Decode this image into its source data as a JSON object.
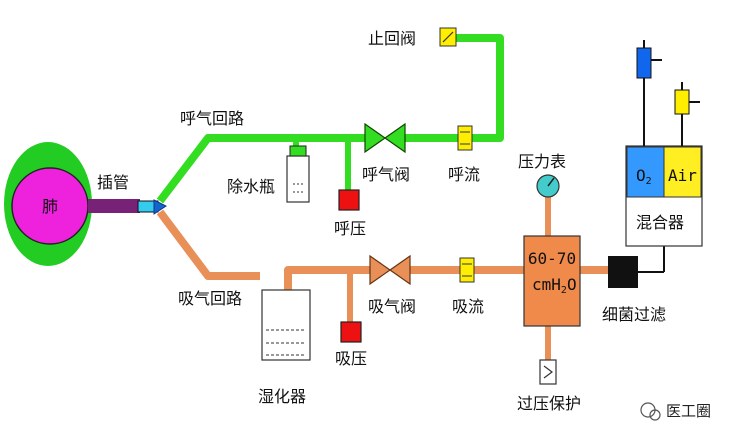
{
  "labels": {
    "lung": "肺",
    "intubation": "插管",
    "exhale_circuit": "呼气回路",
    "water_bottle": "除水瓶",
    "exhale_pressure": "呼压",
    "exhale_valve": "呼气阀",
    "exhale_flow": "呼流",
    "check_valve": "止回阀",
    "pressure_gauge": "压力表",
    "o2": "O",
    "o2_sub": "2",
    "air": "Air",
    "mixer": "混合器",
    "inhale_circuit": "吸气回路",
    "humidifier": "湿化器",
    "inhale_pressure": "吸压",
    "inhale_valve": "吸气阀",
    "inhale_flow": "吸流",
    "regulator_line1": "60-70",
    "regulator_line2_a": "cmH",
    "regulator_line2_sub": "2",
    "regulator_line2_b": "O",
    "bacteria_filter": "细菌过滤",
    "overpressure": "过压保护",
    "watermark": "医工圈"
  },
  "colors": {
    "exhale_pipe": "#33dd22",
    "inhale_pipe": "#e89058",
    "lung_outer": "#22cc22",
    "lung_inner": "#ee22dd",
    "tube": "#772277",
    "tube_tip": "#33ccee",
    "red_sensor": "#ee1111",
    "flow_sensor": "#ffee00",
    "o2_box": "#3399ff",
    "air_box": "#ffee22",
    "regulator": "#f08a4a",
    "gauge": "#44cccc",
    "o2_cylinder": "#1166ee",
    "air_cylinder": "#ffee00"
  }
}
